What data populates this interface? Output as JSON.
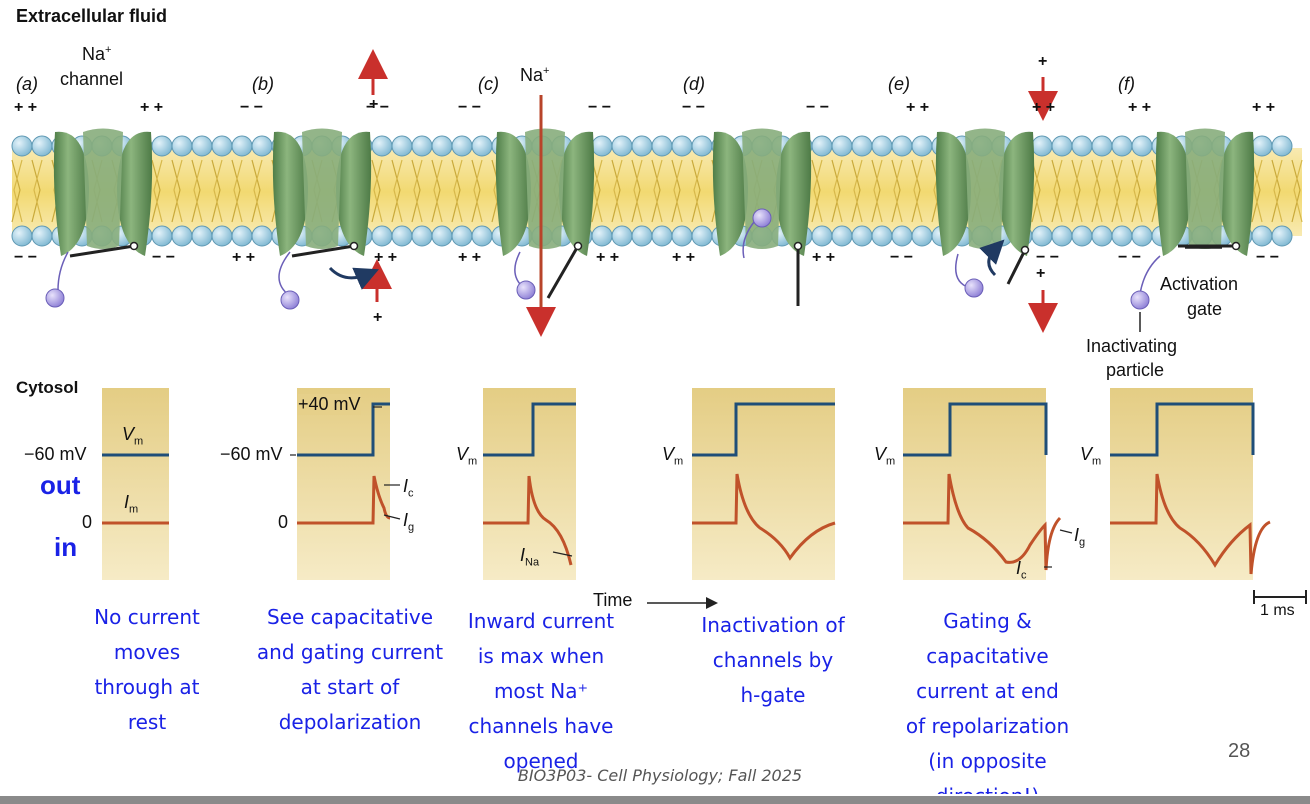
{
  "labels": {
    "extracellular": "Extracellular fluid",
    "na_channel_1": "Na",
    "na_sup": "+",
    "na_channel_2": "channel",
    "na_ion": "Na",
    "cytosol": "Cytosol",
    "activation_gate_1": "Activation",
    "activation_gate_2": "gate",
    "inactivating_1": "Inactivating",
    "inactivating_2": "particle",
    "time": "Time",
    "scale": "1 ms",
    "minus60a": "−60 mV",
    "minus60b": "−60 mV",
    "plus40": "+40 mV",
    "zero_a": "0",
    "zero_b": "0",
    "out": "out",
    "in": "in"
  },
  "panels": [
    "(a)",
    "(b)",
    "(c)",
    "(d)",
    "(e)",
    "(f)"
  ],
  "traces": {
    "vm": "V",
    "vm_sub": "m",
    "im": "I",
    "im_sub": "m",
    "ic": "I",
    "ic_sub": "c",
    "ig": "I",
    "ig_sub": "g",
    "ina": "I",
    "ina_sub": "Na"
  },
  "captions": [
    [
      "No current",
      "moves",
      "through at",
      "rest"
    ],
    [
      "See capacitative",
      "and gating current",
      "at start of",
      "depolarization"
    ],
    [
      "Inward current",
      "is max when",
      "most Na⁺",
      "channels have",
      "opened"
    ],
    [
      "Inactivation of",
      "channels by",
      "h-gate"
    ],
    [
      "Gating &",
      "capacitative",
      "current at end",
      "of repolarization",
      "(in opposite",
      "direction!)"
    ]
  ],
  "footer": "BIO3P03- Cell Physiology; Fall 2025",
  "page_number": "28",
  "colors": {
    "membrane_head": "#a9d3e6",
    "membrane_tail": "#f3df8a",
    "channel": "#6f9a64",
    "plot_bg": "#e9d591",
    "vm_trace": "#1f4e78",
    "im_trace": "#c0522a",
    "arrow_red": "#c9302c",
    "caption_blue": "#1a22e6"
  }
}
